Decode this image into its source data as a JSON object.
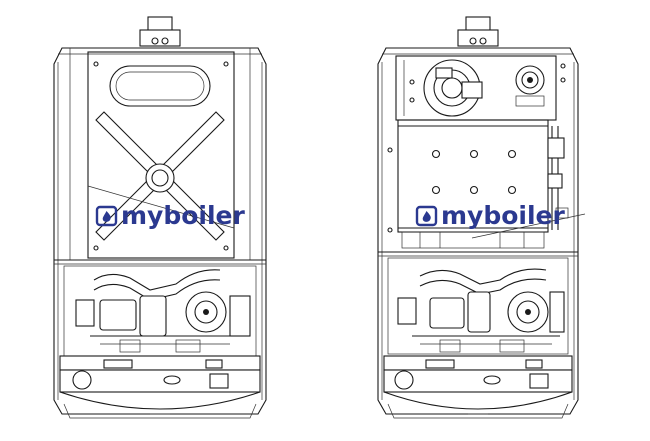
{
  "brand": {
    "logo_text": "myboiler",
    "logo_color": "#2b3990"
  },
  "views": [
    {
      "id": "covered",
      "description_label": ""
    },
    {
      "id": "open",
      "description_label": ""
    }
  ],
  "line_color": "#1a1a1a"
}
